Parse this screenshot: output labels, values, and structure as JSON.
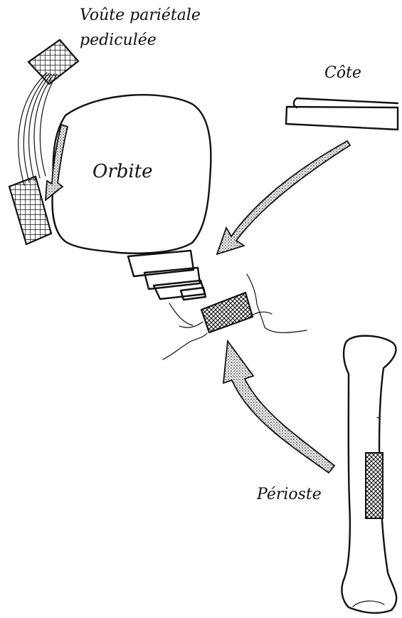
{
  "labels": {
    "vault_line1": "Voûte pariétale",
    "vault_line2": "pediculée",
    "rib": "Côte",
    "orbit": "Orbite",
    "periosteum": "Périoste"
  }
}
